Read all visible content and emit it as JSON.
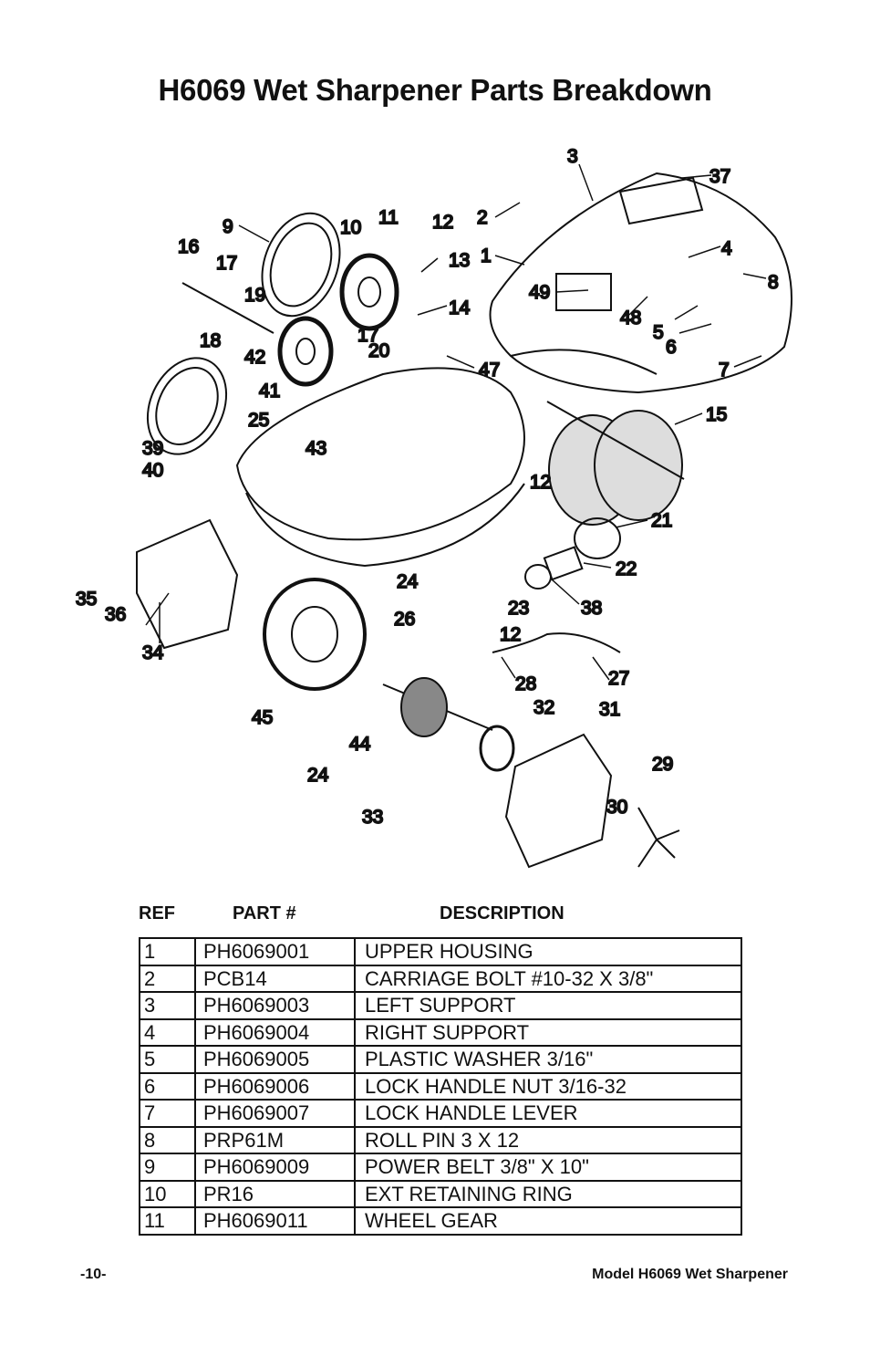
{
  "page": {
    "title": "H6069 Wet Sharpener Parts Breakdown",
    "page_number": "-10-",
    "model_label": "Model H6069 Wet Sharpener"
  },
  "diagram": {
    "callouts": [
      "1",
      "2",
      "3",
      "4",
      "5",
      "6",
      "7",
      "8",
      "9",
      "10",
      "11",
      "12",
      "12",
      "12",
      "13",
      "14",
      "15",
      "16",
      "17",
      "17",
      "18",
      "19",
      "20",
      "21",
      "22",
      "23",
      "24",
      "24",
      "25",
      "26",
      "27",
      "28",
      "29",
      "30",
      "31",
      "32",
      "33",
      "34",
      "35",
      "36",
      "37",
      "38",
      "39",
      "40",
      "41",
      "42",
      "43",
      "44",
      "45",
      "47",
      "48",
      "49"
    ]
  },
  "table": {
    "headers": {
      "ref": "REF",
      "part": "PART #",
      "description": "DESCRIPTION"
    },
    "rows": [
      {
        "ref": "1",
        "part": "PH6069001",
        "desc": "UPPER HOUSING"
      },
      {
        "ref": "2",
        "part": "PCB14",
        "desc": "CARRIAGE BOLT #10-32 X 3/8\""
      },
      {
        "ref": "3",
        "part": "PH6069003",
        "desc": "LEFT SUPPORT"
      },
      {
        "ref": "4",
        "part": "PH6069004",
        "desc": "RIGHT SUPPORT"
      },
      {
        "ref": "5",
        "part": "PH6069005",
        "desc": "PLASTIC WASHER 3/16\""
      },
      {
        "ref": "6",
        "part": "PH6069006",
        "desc": "LOCK HANDLE NUT 3/16-32"
      },
      {
        "ref": "7",
        "part": "PH6069007",
        "desc": "LOCK HANDLE LEVER"
      },
      {
        "ref": "8",
        "part": "PRP61M",
        "desc": "ROLL PIN 3 X 12"
      },
      {
        "ref": "9",
        "part": "PH6069009",
        "desc": "POWER BELT 3/8\" X 10\""
      },
      {
        "ref": "10",
        "part": "PR16",
        "desc": "EXT RETAINING RING"
      },
      {
        "ref": "11",
        "part": "PH6069011",
        "desc": "WHEEL GEAR"
      }
    ]
  }
}
